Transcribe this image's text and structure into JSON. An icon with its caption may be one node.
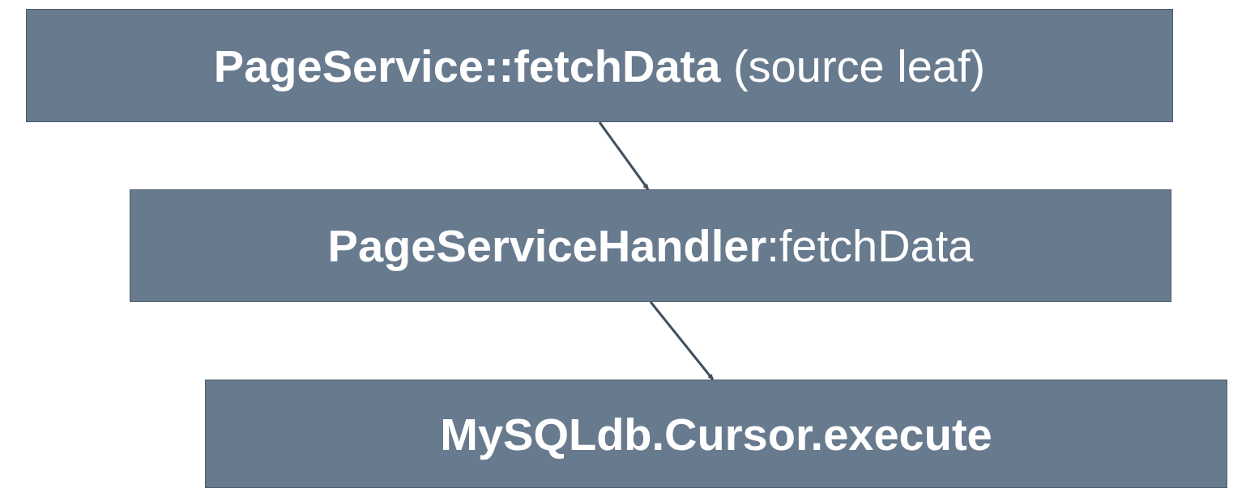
{
  "diagram": {
    "nodes": [
      {
        "text": [
          "**PageService::fetchData** (source leaf)"
        ]
      },
      {
        "text": [
          "**PageServiceHandler**:fetchData"
        ]
      },
      {
        "text": [
          "MySQLdb.Cursor.execute"
        ]
      }
    ],
    "edges": [
      {
        "from": 0,
        "to": 1,
        "arrow": "to"
      },
      {
        "from": 1,
        "to": 2,
        "arrow": "to"
      }
    ]
  }
}
